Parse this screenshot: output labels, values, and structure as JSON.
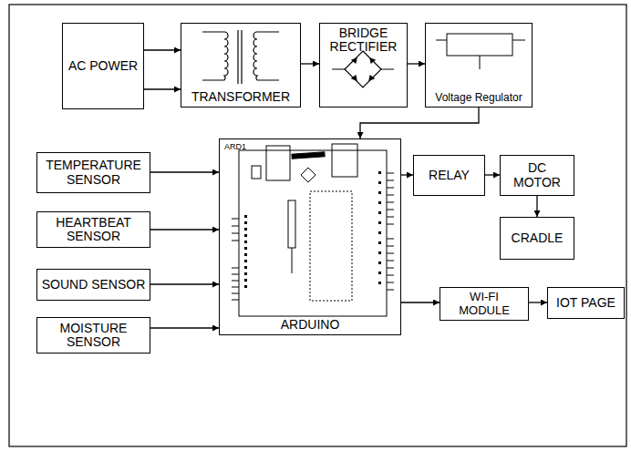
{
  "diagram": {
    "nodes": [
      {
        "text": [
          "AC POWER"
        ]
      },
      {
        "text": [
          "TRANSFORMER"
        ]
      },
      {
        "text": [
          "BRIDGE RECTIFIER"
        ]
      },
      {
        "text": [
          "Voltage Regulator"
        ]
      },
      {
        "text": [
          "TEMPERATURE SENSOR"
        ]
      },
      {
        "text": [
          "HEARTBEAT SENSOR"
        ]
      },
      {
        "text": [
          "SOUND SENSOR"
        ]
      },
      {
        "text": [
          "MOISTURE SENSOR"
        ]
      },
      {
        "text": [
          "ARDUINO"
        ]
      },
      {
        "text": [
          "RELAY"
        ]
      },
      {
        "text": [
          "DC MOTOR"
        ]
      },
      {
        "text": [
          "CRADLE"
        ]
      },
      {
        "text": [
          "WI-FI MODULE"
        ]
      },
      {
        "text": [
          "IOT PAGE"
        ]
      }
    ],
    "edges": [
      {
        "from": 0,
        "to": 1,
        "arrow": "to"
      },
      {
        "from": 0,
        "to": 1,
        "arrow": "to"
      },
      {
        "from": 1,
        "to": 2,
        "arrow": "to"
      },
      {
        "from": 2,
        "to": 3,
        "arrow": "to"
      },
      {
        "from": 3,
        "to": 8,
        "arrow": "to"
      },
      {
        "from": 4,
        "to": 8,
        "arrow": "to"
      },
      {
        "from": 5,
        "to": 8,
        "arrow": "to"
      },
      {
        "from": 6,
        "to": 8,
        "arrow": "to"
      },
      {
        "from": 7,
        "to": 8,
        "arrow": "to"
      },
      {
        "from": 8,
        "to": 9,
        "arrow": "to"
      },
      {
        "from": 9,
        "to": 10,
        "arrow": "to"
      },
      {
        "from": 10,
        "to": 11,
        "arrow": "to"
      },
      {
        "from": 8,
        "to": 12,
        "arrow": "to"
      },
      {
        "from": 12,
        "to": 13,
        "arrow": "to"
      }
    ],
    "labels": [
      "ARD1"
    ]
  }
}
